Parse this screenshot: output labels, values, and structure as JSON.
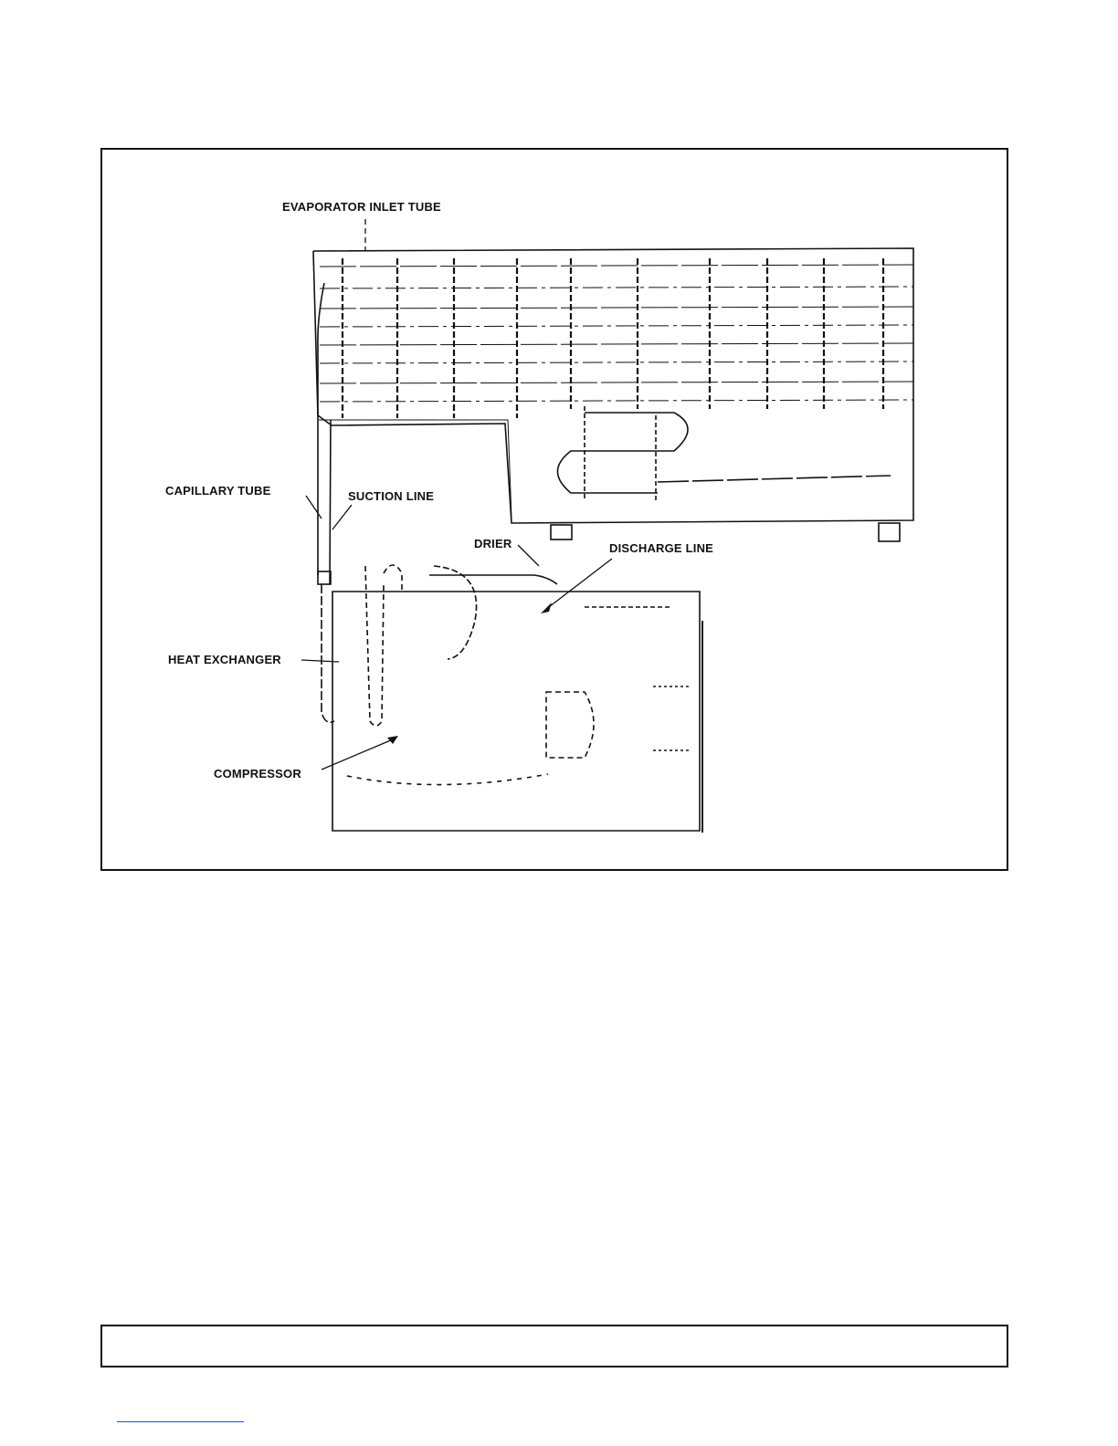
{
  "figure": {
    "labels": {
      "evaporator_inlet_tube": "EVAPORATOR INLET TUBE",
      "capillary_tube": "CAPILLARY TUBE",
      "suction_line": "SUCTION LINE",
      "drier": "DRIER",
      "discharge_line": "DISCHARGE LINE",
      "heat_exchanger": "HEAT EXCHANGER",
      "compressor": "COMPRESSOR"
    }
  },
  "colors": {
    "ink": "#111111",
    "footer_link": "#3344cc"
  }
}
